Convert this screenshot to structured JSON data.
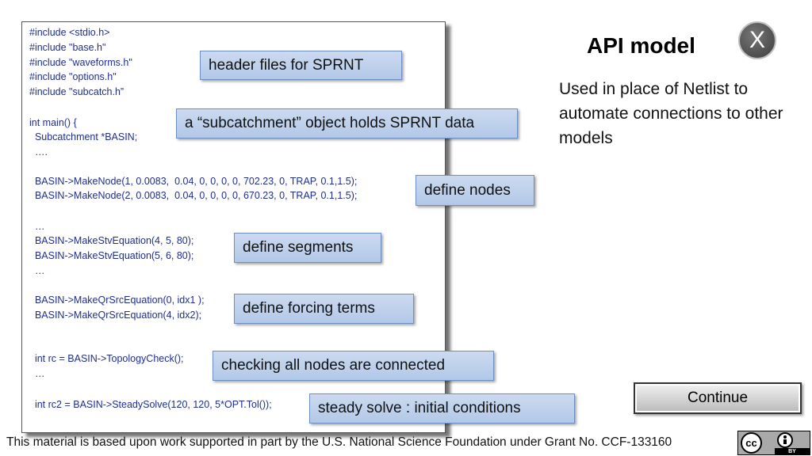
{
  "code_lines": [
    "#include <stdio.h>",
    "#include \"base.h\"",
    "#include \"waveforms.h\"",
    "#include \"options.h\"",
    "#include \"subcatch.h”",
    "int main() {",
    "  Subcatchment *BASIN;",
    "  ….",
    "  BASIN->MakeNode(1, 0.0083,  0.04, 0, 0, 0, 0, 702.23, 0, TRAP, 0.1,1.5);",
    "  BASIN->MakeNode(2, 0.0083,  0.04, 0, 0, 0, 0, 670.23, 0, TRAP, 0.1,1.5);",
    "  …",
    "  BASIN->MakeStvEquation(4, 5, 80);",
    "  BASIN->MakeStvEquation(5, 6, 80);",
    "  …",
    "  BASIN->MakeQrSrcEquation(0, idx1 );",
    "  BASIN->MakeQrSrcEquation(4, idx2);",
    "  int rc = BASIN->TopologyCheck();",
    "  …",
    "  int rc2 = BASIN->SteadySolve(120, 120, 5*OPT.Tol());"
  ],
  "callouts": {
    "header_files": "header files for SPRNT",
    "subcatchment": "a “subcatchment” object holds SPRNT data",
    "define_nodes": "define nodes",
    "define_segments": "define segments",
    "define_forcing": "define forcing terms",
    "checking_nodes": "checking all nodes are connected",
    "steady_solve": "steady solve : initial conditions"
  },
  "title": "API model",
  "close_label": "X",
  "description": "Used in place of Netlist to automate connections to other models",
  "continue_label": "Continue",
  "footer": "This material is based upon work supported in part by the U.S. National Science Foundation under Grant No. CCF-133160",
  "license_badge": {
    "cc_text": "cc",
    "by_text": "BY"
  },
  "colors": {
    "code_text": "#1f2e8f",
    "callout_bg": "#c3d4ee",
    "callout_border": "#6e8fc2"
  }
}
